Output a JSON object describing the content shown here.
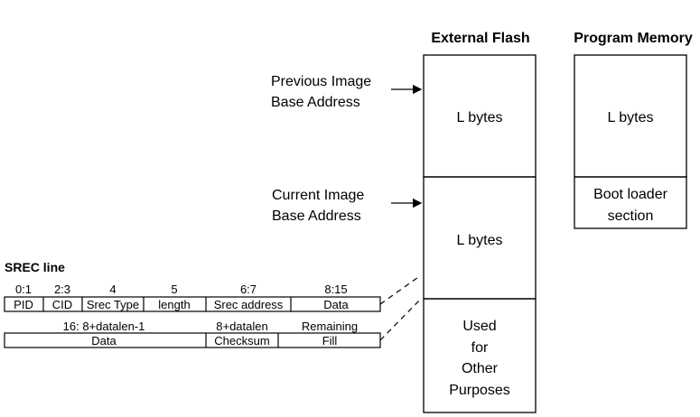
{
  "external_flash": {
    "title": "External Flash",
    "segment_1": "L bytes",
    "segment_2": "L bytes",
    "segment_3": [
      "Used",
      "for",
      "Other",
      "Purposes"
    ]
  },
  "program_memory": {
    "title": "Program Memory",
    "segment_1": "L bytes",
    "segment_2": [
      "Boot loader",
      "section"
    ]
  },
  "pointers": {
    "previous_image": [
      "Previous Image",
      "Base Address"
    ],
    "current_image": [
      "Current Image",
      "Base Address"
    ]
  },
  "srec": {
    "title": "SREC line",
    "row1": [
      {
        "index": "0:1",
        "name": "PID"
      },
      {
        "index": "2:3",
        "name": "CID"
      },
      {
        "index": "4",
        "name": "Srec Type"
      },
      {
        "index": "5",
        "name": "length"
      },
      {
        "index": "6:7",
        "name": "Srec address"
      },
      {
        "index": "8:15",
        "name": "Data"
      }
    ],
    "row2": [
      {
        "index": "16: 8+datalen-1",
        "name": "Data"
      },
      {
        "index": "8+datalen",
        "name": "Checksum"
      },
      {
        "index": "Remaining",
        "name": "Fill"
      }
    ]
  }
}
